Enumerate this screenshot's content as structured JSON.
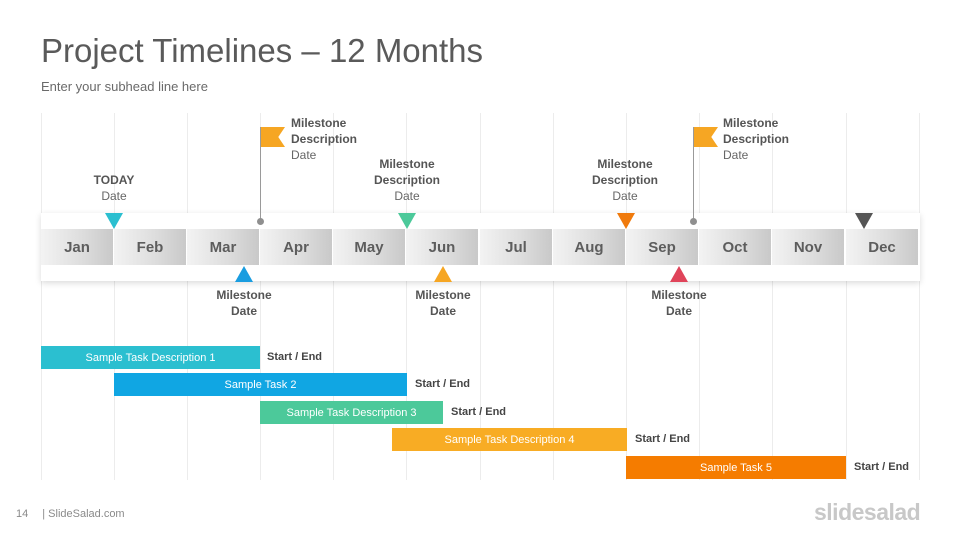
{
  "header": {
    "title": "Project Timelines – 12 Months",
    "subhead": "Enter your subhead line here"
  },
  "months": [
    "Jan",
    "Feb",
    "Mar",
    "Apr",
    "May",
    "Jun",
    "Jul",
    "Aug",
    "Sep",
    "Oct",
    "Nov",
    "Dec"
  ],
  "markers_above": [
    {
      "line1": "TODAY",
      "line2": "Date",
      "color": "#2bbfd0"
    },
    {
      "line1": "Milestone",
      "line2": "Description",
      "line3": "Date",
      "color": "#4cc99a"
    },
    {
      "line1": "Milestone",
      "line2": "Description",
      "line3": "Date",
      "color": "#f07a0c"
    },
    {
      "color": "#555555"
    }
  ],
  "markers_below": [
    {
      "line1": "Milestone",
      "line2": "Date",
      "color": "#1a9de0"
    },
    {
      "line1": "Milestone",
      "line2": "Date",
      "color": "#f6a623"
    },
    {
      "line1": "Milestone",
      "line2": "Date",
      "color": "#e0445a"
    }
  ],
  "flags": [
    {
      "line1": "Milestone",
      "line2": "Description",
      "line3": "Date",
      "color": "#f6a623"
    },
    {
      "line1": "Milestone",
      "line2": "Description",
      "line3": "Date",
      "color": "#f6a623"
    }
  ],
  "tasks": [
    {
      "label": "Sample Task Description 1",
      "end_label": "Start / End",
      "color": "#2bbfd0"
    },
    {
      "label": "Sample Task 2",
      "end_label": "Start / End",
      "color": "#10a6e3"
    },
    {
      "label": "Sample Task Description 3",
      "end_label": "Start / End",
      "color": "#4cc99a"
    },
    {
      "label": "Sample Task Description 4",
      "end_label": "Start / End",
      "color": "#f8ac24"
    },
    {
      "label": "Sample Task 5",
      "end_label": "Start / End",
      "color": "#f57c00"
    }
  ],
  "footer": {
    "page_number": "14",
    "source": "| SlideSalad.com",
    "brand": "slidesalad"
  }
}
